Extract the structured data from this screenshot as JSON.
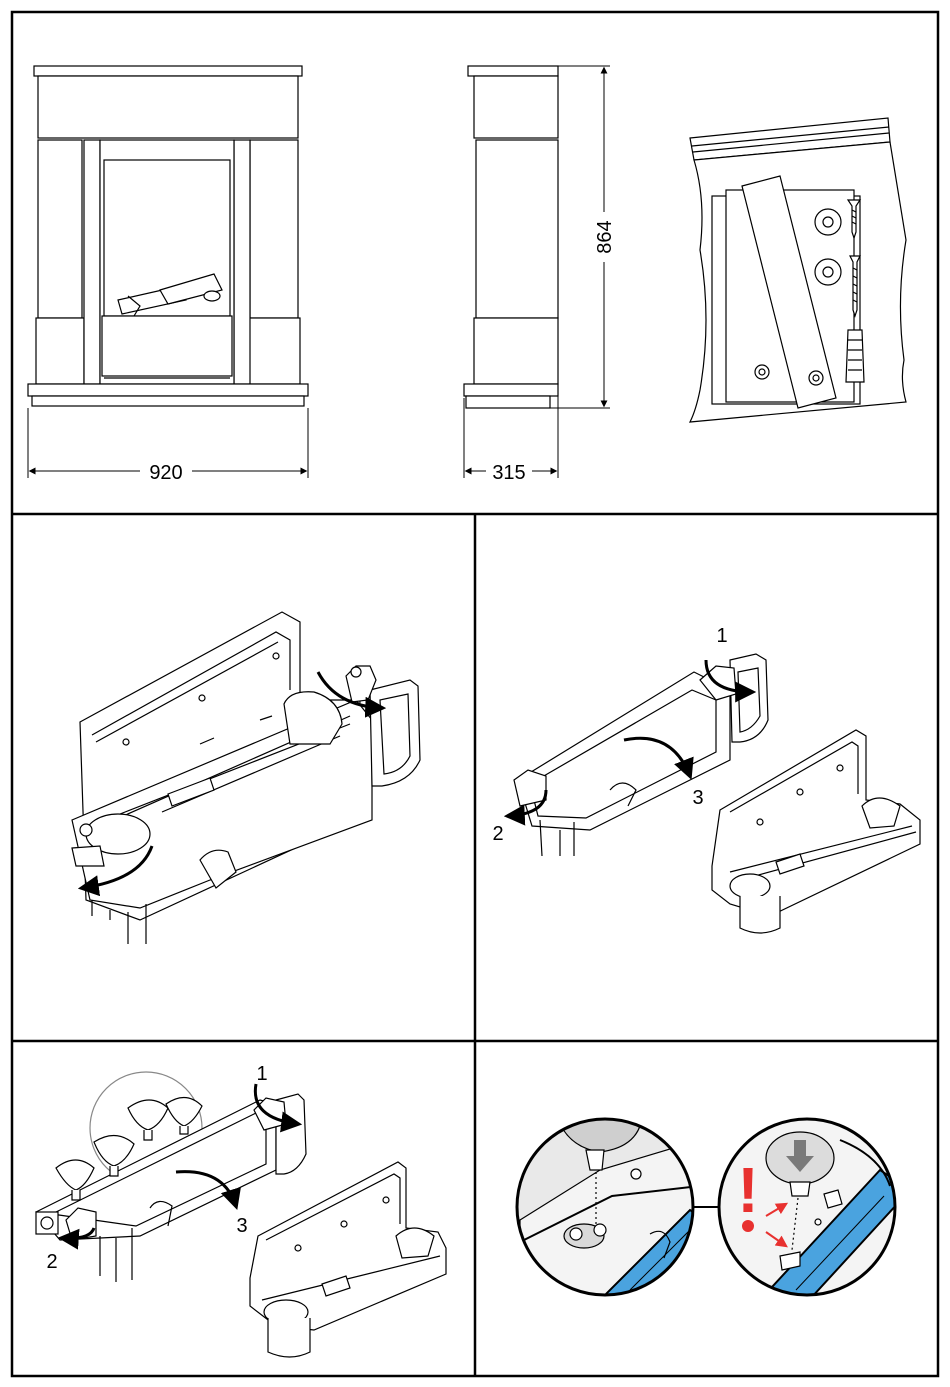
{
  "dimensions": {
    "width_label": "920",
    "depth_label": "315",
    "height_label": "864"
  },
  "panel2": {},
  "panel3": {
    "step1": "1",
    "step2": "2",
    "step3": "3"
  },
  "panel4": {
    "step1": "1",
    "step2": "2",
    "step3": "3"
  },
  "panel5": {
    "warning_mark": "!"
  },
  "colors": {
    "frame": "#000000",
    "accent_blue": "#4aa3df",
    "warning_red": "#e8312f",
    "arrow_grey": "#7a7a7a"
  },
  "icons": [
    "curved-arrow-icon",
    "screw-icon",
    "wall-plug-icon",
    "warning-icon",
    "down-arrow-icon"
  ]
}
